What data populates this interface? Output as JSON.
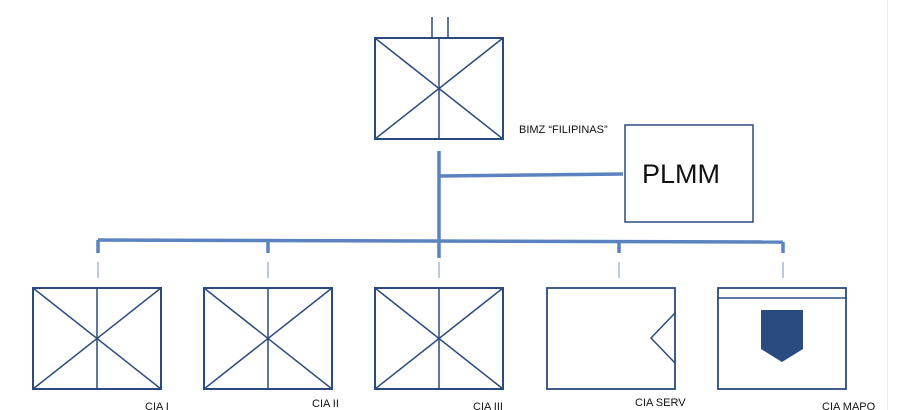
{
  "hq": {
    "name": "BIMZ “FILIPINAS”"
  },
  "support": {
    "label": "PLMM"
  },
  "units": [
    {
      "name": "CIA I",
      "symbol": "infantry"
    },
    {
      "name": "CIA II",
      "symbol": "infantry"
    },
    {
      "name": "CIA III",
      "symbol": "infantry"
    },
    {
      "name": "CIA SERV",
      "symbol": "service"
    },
    {
      "name": "CIA MAPO",
      "symbol": "armored-shield"
    }
  ],
  "colors": {
    "symbol_stroke": "#2b4a7e",
    "connector": "#5b83c0",
    "support_stroke": "#2b4a7e",
    "shield_fill": "#2a4b80",
    "text": "#111111"
  }
}
